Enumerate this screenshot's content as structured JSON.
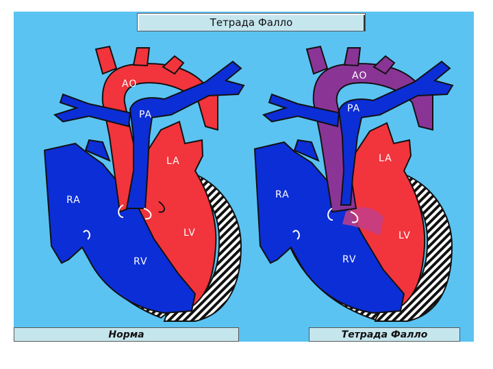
{
  "title": "Тетрада Фалло",
  "captions": {
    "left": "Норма",
    "right": "Тетрада Фалло"
  },
  "labels": {
    "ao": "AO",
    "pa": "PA",
    "la": "LA",
    "ra": "RA",
    "lv": "LV",
    "rv": "RV"
  },
  "colors": {
    "background": "#5bc3f2",
    "arterial": "#f2343c",
    "venous": "#0c2ed6",
    "mixed": "#8a3596",
    "caption_box": "#c6e6ee"
  }
}
